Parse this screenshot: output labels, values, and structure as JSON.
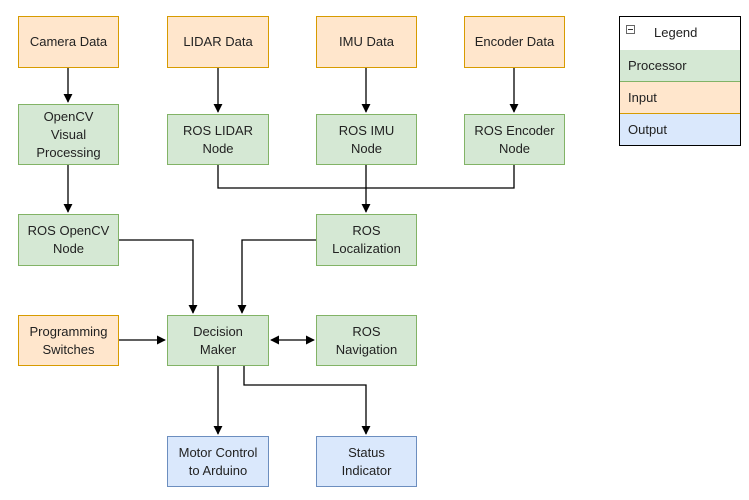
{
  "legend": {
    "title": "Legend",
    "processor": "Processor",
    "input": "Input",
    "output": "Output"
  },
  "colors": {
    "processor_fill": "#d5e8d4",
    "processor_stroke": "#82b366",
    "input_fill": "#ffe6cc",
    "input_stroke": "#d79b00",
    "output_fill": "#dae8fc",
    "output_stroke": "#6c8ebf"
  },
  "nodes": {
    "camera": "Camera Data",
    "lidar": "LIDAR Data",
    "imu": "IMU Data",
    "encoder": "Encoder Data",
    "opencv_processing": "OpenCV\nVisual\nProcessing",
    "ros_lidar": "ROS LIDAR\nNode",
    "ros_imu": "ROS IMU\nNode",
    "ros_encoder": "ROS Encoder\nNode",
    "ros_opencv": "ROS OpenCV\nNode",
    "ros_localization": "ROS\nLocalization",
    "programming_switches": "Programming\nSwitches",
    "decision_maker": "Decision\nMaker",
    "ros_navigation": "ROS\nNavigation",
    "motor_control": "Motor Control\nto Arduino",
    "status_indicator": "Status\nIndicator"
  }
}
